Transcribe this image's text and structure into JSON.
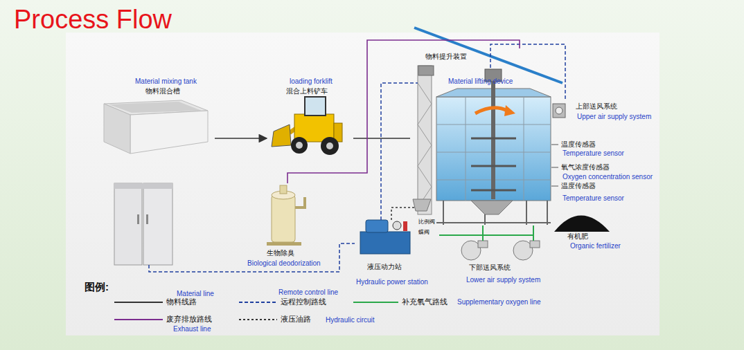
{
  "diagram": {
    "title": "Process Flow",
    "nodes": [
      {
        "text": [
          "Material mixing tank",
          "物料混合槽"
        ]
      },
      {
        "text": [
          "loading forklift",
          "混合上料铲车"
        ]
      },
      {
        "text": [
          "物料提升装置",
          "Material lifting device"
        ]
      },
      {
        "text": [
          "上部送风系统",
          "Upper air supply system"
        ]
      },
      {
        "text": [
          "有机肥",
          "Organic fertilizer"
        ]
      },
      {
        "text": [
          "生物除臭",
          "Biological deodorization"
        ]
      },
      {
        "text": [
          "液压动力站",
          "Hydraulic power station"
        ]
      },
      {
        "text": [
          "下部送风系统",
          "Lower air supply system"
        ]
      }
    ],
    "edges": [
      {
        "from": 0,
        "to": 1,
        "arrow": "to"
      },
      {
        "from": 1,
        "to": 2,
        "arrow": "none"
      },
      {
        "from": 2,
        "to": 5,
        "arrow": "none"
      }
    ],
    "labels": [
      "温度传感器",
      "Temperature sensor",
      "氧气浓度传感器",
      "Oxygen concentration sensor",
      "温度传感器",
      "Temperature sensor",
      "比例阀",
      "蝶阀",
      "图例:",
      "Material line",
      "Remote control line",
      "Supplementary oxygen line",
      "Exhaust line",
      "Hydraulic circuit"
    ],
    "legend": [
      {
        "text": "物料线路"
      },
      {
        "text": "远程控制路线"
      },
      {
        "text": "补充氧气路线"
      },
      {
        "text": "废弃排放路线"
      },
      {
        "text": "液压油路"
      }
    ]
  }
}
